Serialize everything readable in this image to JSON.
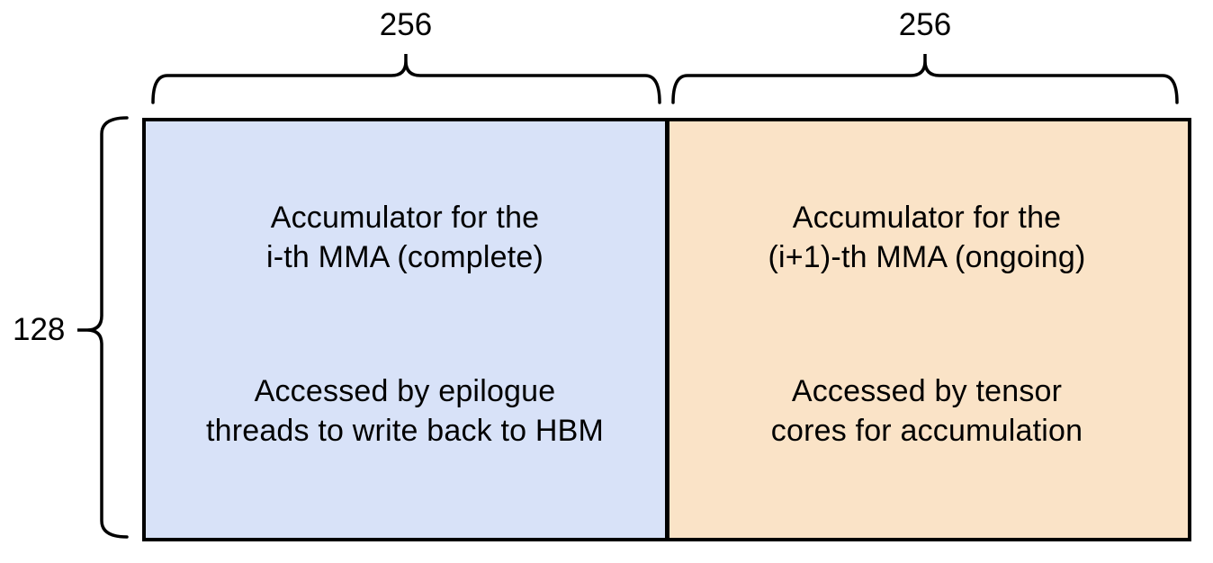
{
  "diagram": {
    "description": "Accumulator buffer split diagram",
    "dimensions": {
      "top_left_label": "256",
      "top_right_label": "256",
      "left_label": "128"
    },
    "left_box": {
      "title": "Accumulator for the\ni-th MMA (complete)",
      "subtitle": "Accessed by epilogue\nthreads to write back to HBM",
      "fill": "#D8E2F8"
    },
    "right_box": {
      "title": "Accumulator for the\n(i+1)-th MMA (ongoing)",
      "subtitle": "Accessed by tensor\ncores for accumulation",
      "fill": "#FAE3C7"
    },
    "stroke_color": "#000000",
    "background_color": "#FFFFFF"
  }
}
